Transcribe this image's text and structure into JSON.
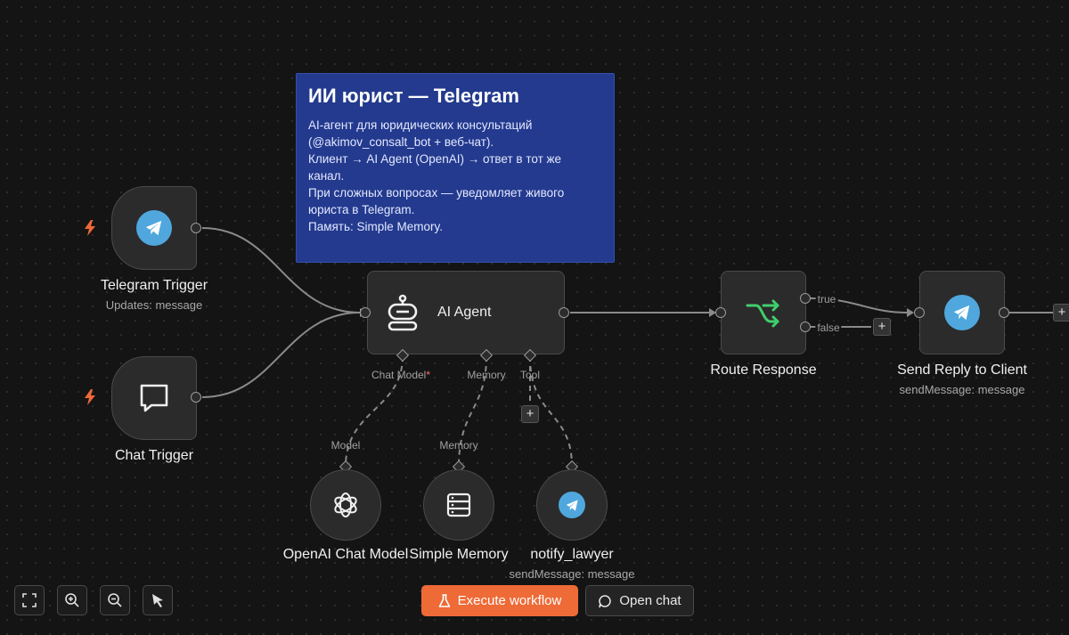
{
  "sticky_note": {
    "title": "ИИ юрист — Telegram",
    "lines": [
      "AI-агент для юридических консультаций",
      "(@akimov_consalt_bot + веб-чат).",
      "Клиент → AI Agent (OpenAI) → ответ в тот же",
      "канал.",
      "При сложных вопросах — уведомляет живого",
      "юриста в Telegram.",
      "Память: Simple Memory."
    ]
  },
  "nodes": {
    "telegram_trigger": {
      "name": "Telegram Trigger",
      "subtitle": "Updates: message",
      "icon": "telegram-icon"
    },
    "chat_trigger": {
      "name": "Chat Trigger",
      "icon": "chat-bubble-icon"
    },
    "ai_agent": {
      "name": "AI Agent",
      "icon": "robot-icon",
      "ports": {
        "chat_model": "Chat Model",
        "required_mark": "*",
        "memory": "Memory",
        "tool": "Tool"
      }
    },
    "route_response": {
      "name": "Route Response",
      "icon": "switch-icon",
      "outputs": {
        "true": "true",
        "false": "false"
      }
    },
    "send_reply": {
      "name": "Send Reply to Client",
      "subtitle": "sendMessage: message",
      "icon": "telegram-icon"
    },
    "openai_model": {
      "name": "OpenAI Chat Model",
      "port": "Model",
      "icon": "openai-icon"
    },
    "simple_memory": {
      "name": "Simple Memory",
      "port": "Memory",
      "icon": "database-icon"
    },
    "notify_lawyer": {
      "name": "notify_lawyer",
      "subtitle": "sendMessage: message",
      "icon": "telegram-icon"
    }
  },
  "toolbar": {
    "execute_label": "Execute workflow",
    "open_chat_label": "Open chat",
    "zoom_fit_icon": "fit-view-icon",
    "zoom_in_icon": "zoom-in-icon",
    "zoom_out_icon": "zoom-out-icon",
    "tidy_icon": "wand-icon"
  },
  "colors": {
    "canvas": "#141414",
    "sticky": "#233a8e",
    "accent": "#ee6a36",
    "telegram": "#4fa7dd",
    "switch": "#3fcf6a",
    "trigger_bolt": "#ee6a36"
  }
}
